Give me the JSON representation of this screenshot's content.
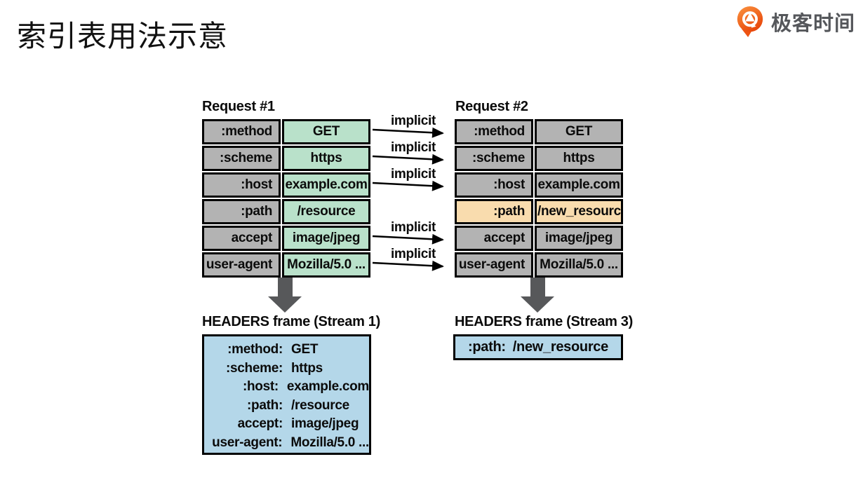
{
  "page_title": "索引表用法示意",
  "logo": {
    "text": "极客时间",
    "icon": "geektime-q-icon"
  },
  "diagram": {
    "request1": {
      "label": "Request #1",
      "rows": [
        {
          "key": ":method",
          "value": "GET",
          "key_bg": "gray",
          "value_bg": "green"
        },
        {
          "key": ":scheme",
          "value": "https",
          "key_bg": "gray",
          "value_bg": "green"
        },
        {
          "key": ":host",
          "value": "example.com",
          "key_bg": "gray",
          "value_bg": "green"
        },
        {
          "key": ":path",
          "value": "/resource",
          "key_bg": "gray",
          "value_bg": "green"
        },
        {
          "key": "accept",
          "value": "image/jpeg",
          "key_bg": "gray",
          "value_bg": "green"
        },
        {
          "key": "user-agent",
          "value": "Mozilla/5.0 ...",
          "key_bg": "gray",
          "value_bg": "green"
        }
      ]
    },
    "request2": {
      "label": "Request #2",
      "rows": [
        {
          "key": ":method",
          "value": "GET",
          "key_bg": "gray",
          "value_bg": "gray"
        },
        {
          "key": ":scheme",
          "value": "https",
          "key_bg": "gray",
          "value_bg": "gray"
        },
        {
          "key": ":host",
          "value": "example.com",
          "key_bg": "gray",
          "value_bg": "gray"
        },
        {
          "key": ":path",
          "value": "/new_resource",
          "key_bg": "orange",
          "value_bg": "orange"
        },
        {
          "key": "accept",
          "value": "image/jpeg",
          "key_bg": "gray",
          "value_bg": "gray"
        },
        {
          "key": "user-agent",
          "value": "Mozilla/5.0 ...",
          "key_bg": "gray",
          "value_bg": "gray"
        }
      ]
    },
    "implicit": {
      "label": "implicit",
      "row_indexes": [
        0,
        1,
        2,
        4,
        5
      ]
    },
    "frame1": {
      "label": "HEADERS frame (Stream 1)",
      "lines": [
        {
          "key": ":method:",
          "value": "GET"
        },
        {
          "key": ":scheme:",
          "value": "https"
        },
        {
          "key": ":host:",
          "value": "example.com"
        },
        {
          "key": ":path:",
          "value": "/resource"
        },
        {
          "key": "accept:",
          "value": "image/jpeg"
        },
        {
          "key": "user-agent:",
          "value": "Mozilla/5.0 ..."
        }
      ]
    },
    "frame2": {
      "label": "HEADERS frame (Stream 3)",
      "lines": [
        {
          "key": ":path:",
          "value": "/new_resource"
        }
      ]
    }
  },
  "colors": {
    "gray": "#b3b3b3",
    "green": "#b9e1ca",
    "orange": "#f9dcae",
    "frame_blue": "#b4d7e9",
    "big_arrow": "#57585a",
    "line_black": "#000000",
    "logo_orange": "#ee5312",
    "logo_orange_light": "#fb9440"
  }
}
